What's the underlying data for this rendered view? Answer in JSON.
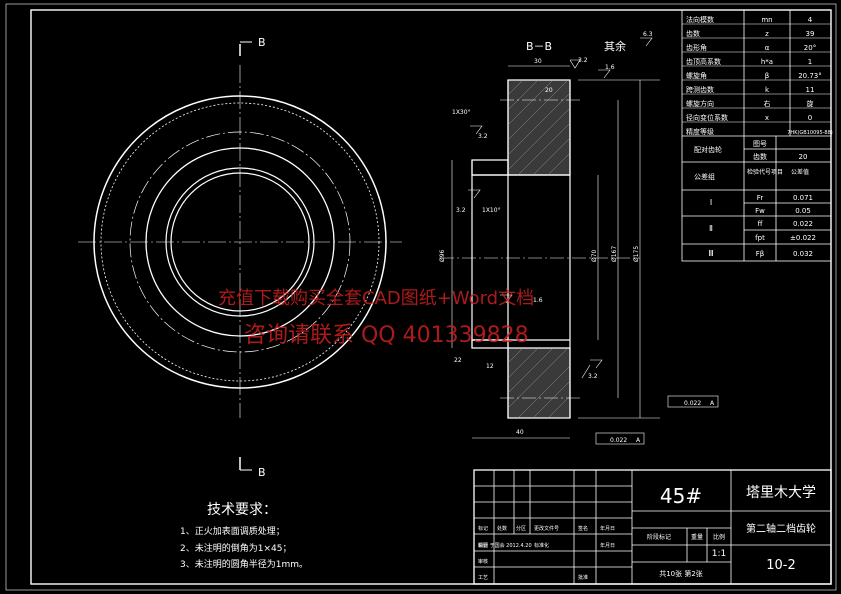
{
  "view_labels": {
    "section_b": "B",
    "section_title": "B－B",
    "other_label": "其余",
    "other_rough": "6.3"
  },
  "gear_params": [
    {
      "name": "法向模数",
      "symbol": "mn",
      "value": "4"
    },
    {
      "name": "齿数",
      "symbol": "z",
      "value": "39"
    },
    {
      "name": "齿形角",
      "symbol": "α",
      "value": "20°"
    },
    {
      "name": "齿顶高系数",
      "symbol": "h*a",
      "value": "1"
    },
    {
      "name": "螺旋角",
      "symbol": "β",
      "value": "20.73°"
    },
    {
      "name": "跨测齿数",
      "symbol": "k",
      "value": "11"
    },
    {
      "name": "螺旋方向",
      "symbol": "右",
      "value": "旋"
    },
    {
      "name": "径向变位系数",
      "symbol": "x",
      "value": "0"
    },
    {
      "name": "精度等级",
      "symbol": "",
      "value": "7HK(GB10095-88)"
    }
  ],
  "mating_gear": {
    "label": "配对齿轮",
    "fig_label": "图号",
    "teeth_label": "齿数",
    "teeth_value": "20"
  },
  "tolerance": {
    "group_label": "公差组",
    "item_label": "检验代号项目",
    "value_label": "公差值",
    "rows": [
      {
        "group": "Ⅰ",
        "code": "Fr",
        "value": "0.071"
      },
      {
        "group": "",
        "code": "Fw",
        "value": "0.05"
      },
      {
        "group": "Ⅱ",
        "code": "ff",
        "value": "0.022"
      },
      {
        "group": "",
        "code": "fpt",
        "value": "±0.022"
      },
      {
        "group": "Ⅲ",
        "code": "Fβ",
        "value": "0.032"
      }
    ]
  },
  "dims": {
    "d30": "30",
    "r32a": "3.2",
    "r16": "1.6",
    "d20": "20",
    "c130": "1X30°",
    "r32b": "3.2",
    "r32c": "3.2",
    "c10": "1X10°",
    "dia96": "Ø96",
    "dia70": "Ø70",
    "dia167": "Ø167",
    "dia175": "Ø175",
    "d40": "40",
    "r16b": "1.6",
    "r32d": "3.2",
    "d12": "12",
    "d22": "22",
    "runout1": "0.022",
    "runout2": "0.022",
    "datum": "A"
  },
  "watermark": {
    "line1": "充值下载购买全套CAD图纸+Word文档",
    "line2": "咨询请联系  QQ 401339828"
  },
  "tech_req": {
    "title": "技术要求：",
    "items": [
      "1、正火加表面调质处理；",
      "2、未注明的倒角为1×45；",
      "3、未注明的圆角半径为1mm。"
    ]
  },
  "title_block": {
    "material": "45#",
    "school": "塔里木大学",
    "part_name": "第二轴二档齿轮",
    "drawing_no": "10-2",
    "scale": "1:1",
    "scale_label": "比例",
    "mass_label": "重量",
    "stage_label": "阶段标记",
    "sheets": "共10张   第2张",
    "rev_cols": [
      "标记",
      "处数",
      "分区",
      "更改文件号",
      "签名",
      "年月日"
    ],
    "design_row": [
      "设计",
      "",
      "标准化",
      "",
      "年月日"
    ],
    "drafter": "制图  于国会  2012.4.20",
    "check_label": "审核",
    "process_label": "工艺",
    "approve_label": "批准"
  }
}
